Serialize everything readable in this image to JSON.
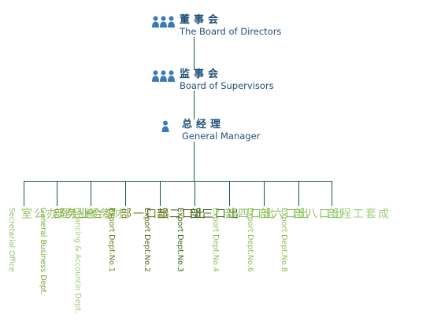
{
  "nodes": {
    "board_directors": {
      "zh": "董事会",
      "en": "The Board of Directors"
    },
    "board_supervisors": {
      "zh": "监事会",
      "en": "Board of Supervisors"
    },
    "general_manager": {
      "zh": "总经理",
      "en": "General Manager"
    }
  },
  "departments": [
    {
      "zh": "总经理办公室",
      "en": "Secretarial Office",
      "color": "#9bc06a"
    },
    {
      "zh": "综合业务部",
      "en": "General Business Dept.",
      "color": "#7aa83a"
    },
    {
      "zh": "财务部",
      "en": "Financing & Accountin Dept.",
      "color": "#a7c97a"
    },
    {
      "zh": "出口一部",
      "en": "Export Dept.No.1",
      "color": "#6f7f1f"
    },
    {
      "zh": "出口二部",
      "en": "Export Dept.No.2",
      "color": "#5c6a1a"
    },
    {
      "zh": "出口三部",
      "en": "Export Dept.No.3",
      "color": "#3f6a1f"
    },
    {
      "zh": "出口四部",
      "en": "Export Dept.No.4",
      "color": "#8fbf5a"
    },
    {
      "zh": "出口六部",
      "en": "Export Dept.No.6",
      "color": "#8fbf5a"
    },
    {
      "zh": "出口八部",
      "en": "Export Dept.No.8",
      "color": "#8fbf5a"
    },
    {
      "zh": "成套工程部",
      "en": "",
      "color": "#9fcf7a"
    }
  ],
  "colors": {
    "connector": "#1a5a3a",
    "node_text": "#1f4f79",
    "icon": "#3a7ab5"
  }
}
